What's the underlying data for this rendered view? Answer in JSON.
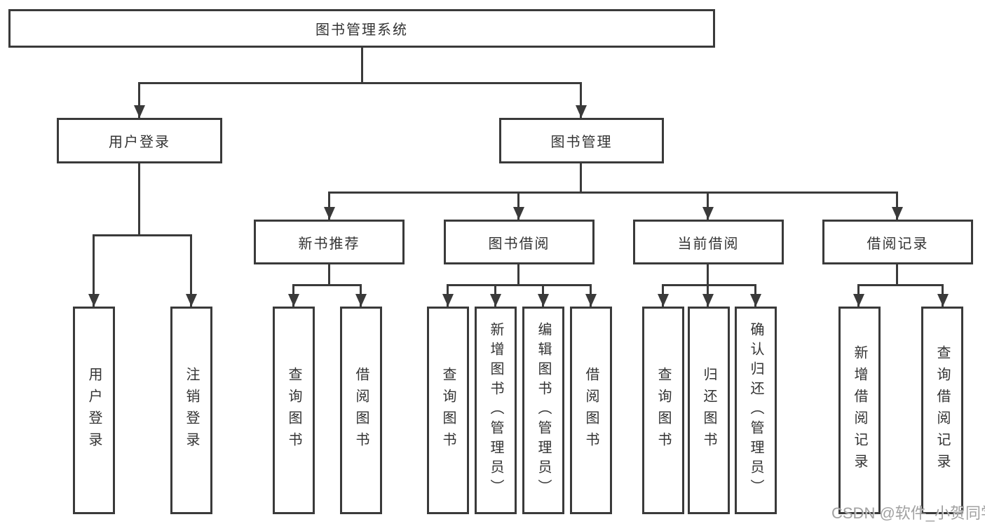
{
  "diagram": {
    "title": "图书管理系统",
    "nodes": {
      "root": "图书管理系统",
      "user_login": "用户登录",
      "book_mgmt": "图书管理",
      "new_book": "新书推荐",
      "book_borrow": "图书借阅",
      "current_borrow": "当前借阅",
      "borrow_record": "借阅记录",
      "user_login_children": [
        "用户登录",
        "注销登录"
      ],
      "new_book_children": [
        "查询图书",
        "借阅图书"
      ],
      "book_borrow_children": [
        "查询图书",
        "新增图书（管理员）",
        "编辑图书（管理员）",
        "借阅图书"
      ],
      "current_borrow_children": [
        "查询图书",
        "归还图书",
        "确认归还（管理员）"
      ],
      "borrow_record_children": [
        "新增借阅记录",
        "查询借阅记录"
      ]
    },
    "colors": {
      "line": "#3a3a3a",
      "text": "#333333",
      "background": "#ffffff",
      "watermark": "#949494"
    }
  },
  "watermark": "CSDN @软件_小贺同学"
}
